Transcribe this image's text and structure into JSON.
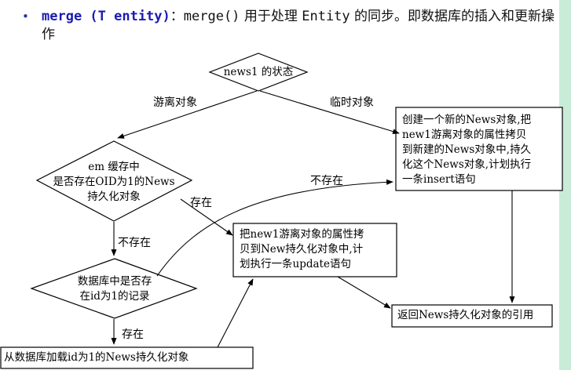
{
  "header": {
    "bullet": "•",
    "method": "merge (T entity)",
    "colon": "：",
    "call": "merge()",
    "text_a": " 用于处理 ",
    "entity": "Entity",
    "text_b": " 的同步。即数据库的插入和更新操作"
  },
  "nodes": {
    "decision_state": "news1 的状态",
    "decision_em": [
      "em 缓存中",
      "是否存在OID为1的News",
      "持久化对象"
    ],
    "decision_db": [
      "数据库中是否存",
      "在id为1的记录"
    ],
    "box_new": [
      "创建一个新的News对象,把",
      "new1游离对象的属性拷贝",
      "到新建的News对象中,持久",
      "化这个News对象,计划执行",
      "一条insert语句"
    ],
    "box_copy": [
      "把new1游离对象的属性拷",
      "贝到New持久化对象中,计",
      "划执行一条update语句"
    ],
    "box_load": "从数据库加载id为1的News持久化对象",
    "box_return": "返回News持久化对象的引用"
  },
  "edge_labels": {
    "detached": "游离对象",
    "transient": "临时对象",
    "em_exists": "存在",
    "em_not_exists": "不存在",
    "db_not_exists": "不存在",
    "db_exists": "存在"
  }
}
